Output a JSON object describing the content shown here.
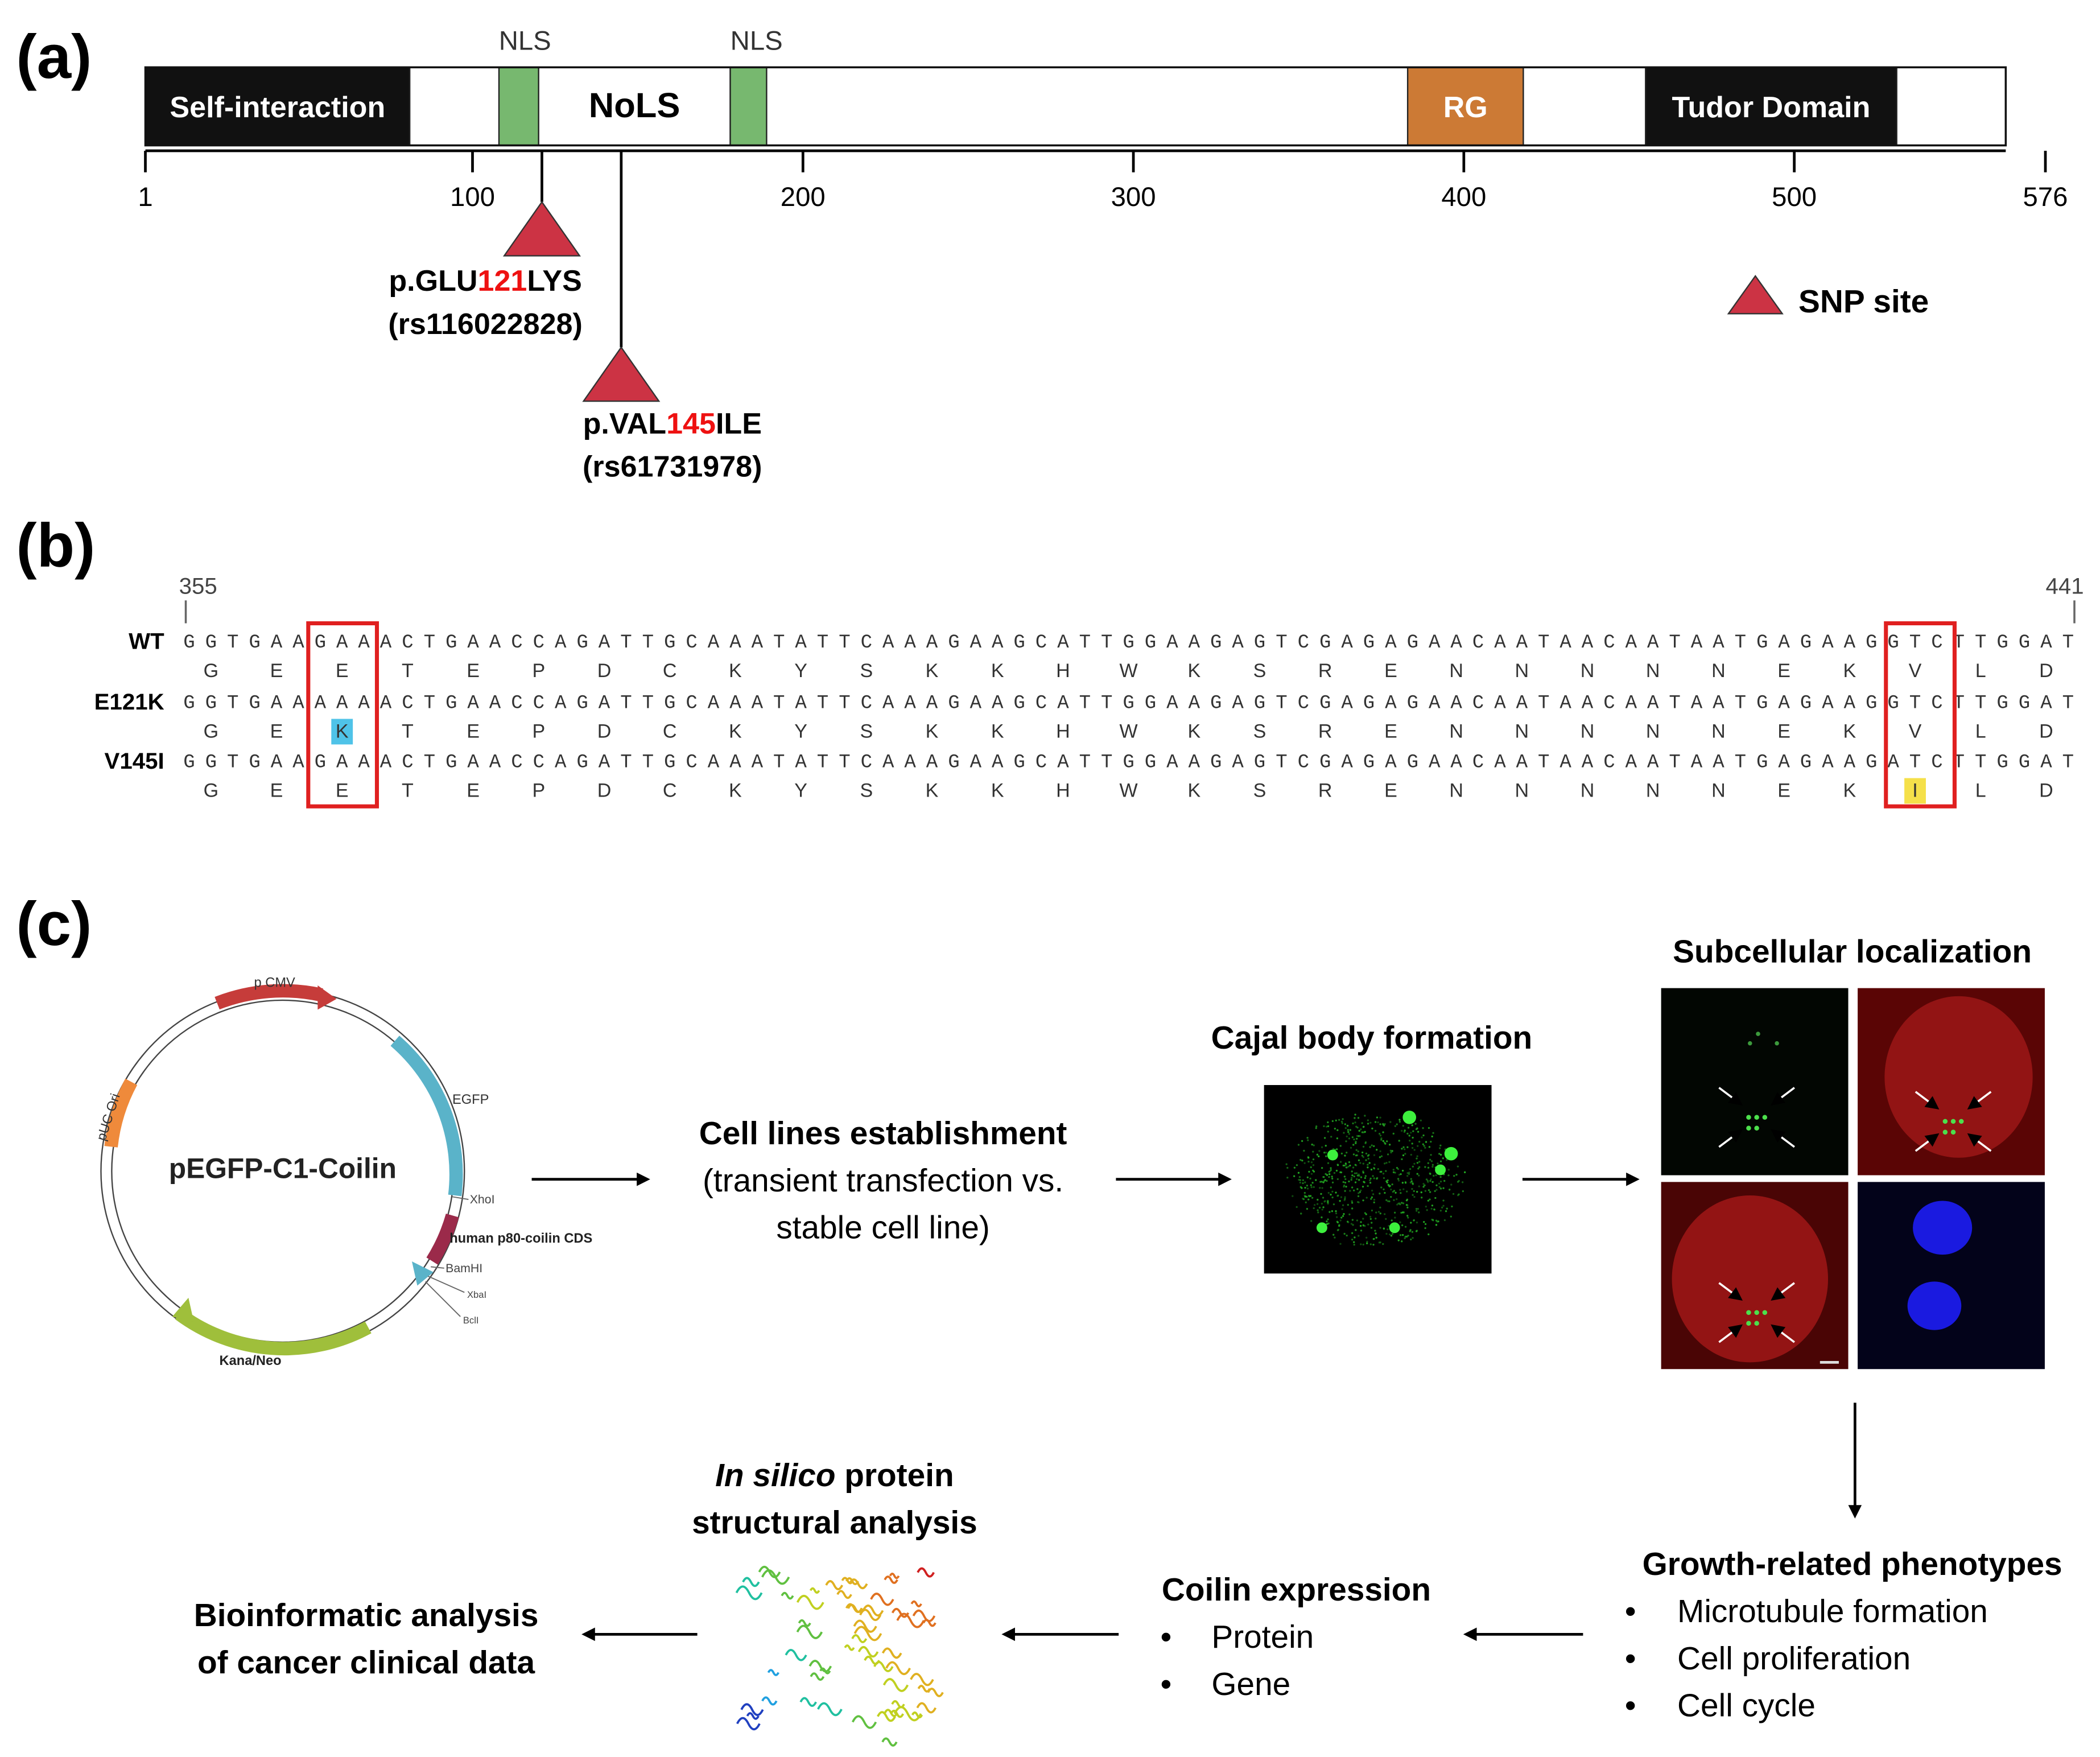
{
  "panel_a": {
    "label": "(a)",
    "domains": [
      {
        "label": "Self-interaction",
        "start": 1,
        "end": 81,
        "fill": "#111111",
        "text": "#ffffff"
      },
      {
        "label": "",
        "start": 108,
        "end": 120,
        "fill": "#77b86f",
        "text": "#000000"
      },
      {
        "label": "NoLS",
        "start": 120,
        "end": 178,
        "fill": "#ffffff",
        "text": "#000000"
      },
      {
        "label": "",
        "start": 178,
        "end": 189,
        "fill": "#77b86f",
        "text": "#000000"
      },
      {
        "label": "RG",
        "start": 383,
        "end": 418,
        "fill": "#cc7a35",
        "text": "#ffffff"
      },
      {
        "label": "Tudor Domain",
        "start": 455,
        "end": 531,
        "fill": "#111111",
        "text": "#ffffff"
      }
    ],
    "nls_labels": [
      "NLS",
      "NLS"
    ],
    "ticks": [
      "1",
      "100",
      "200",
      "300",
      "400",
      "500",
      "576"
    ],
    "snps": [
      {
        "position": 121,
        "prefix": "p.GLU",
        "number": "121",
        "suffix": "LYS",
        "rs": "(rs116022828)"
      },
      {
        "position": 145,
        "prefix": "p.VAL",
        "number": "145",
        "suffix": "ILE",
        "rs": "(rs61731978)"
      }
    ],
    "legend": "SNP site",
    "colors": {
      "snp": "#cc3344",
      "highlight": "#ee1111"
    }
  },
  "panel_b": {
    "label": "(b)",
    "start_label": "355",
    "end_label": "441",
    "rows": [
      {
        "name": "WT",
        "dna": "GGTGAAGAAACTGAACCAGATTGCAAATATTCAAAGAAGCATTGGAAGAGTCGAGAGAACAATAACAATAATGAGAAGGTCTTGGAT",
        "aa": [
          "G",
          "E",
          "E",
          "T",
          "E",
          "P",
          "D",
          "C",
          "K",
          "Y",
          "S",
          "K",
          "K",
          "H",
          "W",
          "K",
          "S",
          "R",
          "E",
          "N",
          "N",
          "N",
          "N",
          "N",
          "E",
          "K",
          "V",
          "L",
          "D"
        ]
      },
      {
        "name": "E121K",
        "dna": "GGTGAAAAAACTGAACCAGATTGCAAATATTCAAAGAAGCATTGGAAGAGTCGAGAGAACAATAACAATAATGAGAAGGTCTTGGAT",
        "aa": [
          "G",
          "E",
          "K",
          "T",
          "E",
          "P",
          "D",
          "C",
          "K",
          "Y",
          "S",
          "K",
          "K",
          "H",
          "W",
          "K",
          "S",
          "R",
          "E",
          "N",
          "N",
          "N",
          "N",
          "N",
          "E",
          "K",
          "V",
          "L",
          "D"
        ]
      },
      {
        "name": "V145I",
        "dna": "GGTGAAGAAACTGAACCAGATTGCAAATATTCAAAGAAGCATTGGAAGAGTCGAGAGAACAATAACAATAATGAGAAGATCTTGGAT",
        "aa": [
          "G",
          "E",
          "E",
          "T",
          "E",
          "P",
          "D",
          "C",
          "K",
          "Y",
          "S",
          "K",
          "K",
          "H",
          "W",
          "K",
          "S",
          "R",
          "E",
          "N",
          "N",
          "N",
          "N",
          "N",
          "E",
          "K",
          "I",
          "L",
          "D"
        ]
      }
    ],
    "colors": {
      "box": "#e02020",
      "k_highlight": "#4fc3e8",
      "i_highlight": "#f5e04a"
    }
  },
  "panel_c": {
    "label": "(c)",
    "plasmid": {
      "name": "pEGFP-C1-Coilin",
      "features": [
        "p CMV",
        "EGFP",
        "human p80-coilin CDS",
        "Kana/Neo",
        "pUC Ori"
      ],
      "sites": [
        "XhoI",
        "BamHI",
        "XbaI",
        "BclI"
      ]
    },
    "step_cell_lines": [
      "Cell lines establishment",
      "(transient transfection vs.",
      "stable cell line)"
    ],
    "step_cajal": "Cajal body formation",
    "step_subcellular": "Subcellular localization",
    "step_growth": {
      "title": "Growth-related phenotypes",
      "items": [
        "Microtubule formation",
        "Cell proliferation",
        "Cell cycle"
      ]
    },
    "step_expression": {
      "title": "Coilin expression",
      "items": [
        "Protein",
        "Gene"
      ]
    },
    "step_insilico": {
      "italic": "In silico",
      "rest": " protein",
      "line2": "structural analysis"
    },
    "step_bioinfo": [
      "Bioinformatic analysis",
      "of cancer clinical data"
    ],
    "bullet": "•"
  }
}
